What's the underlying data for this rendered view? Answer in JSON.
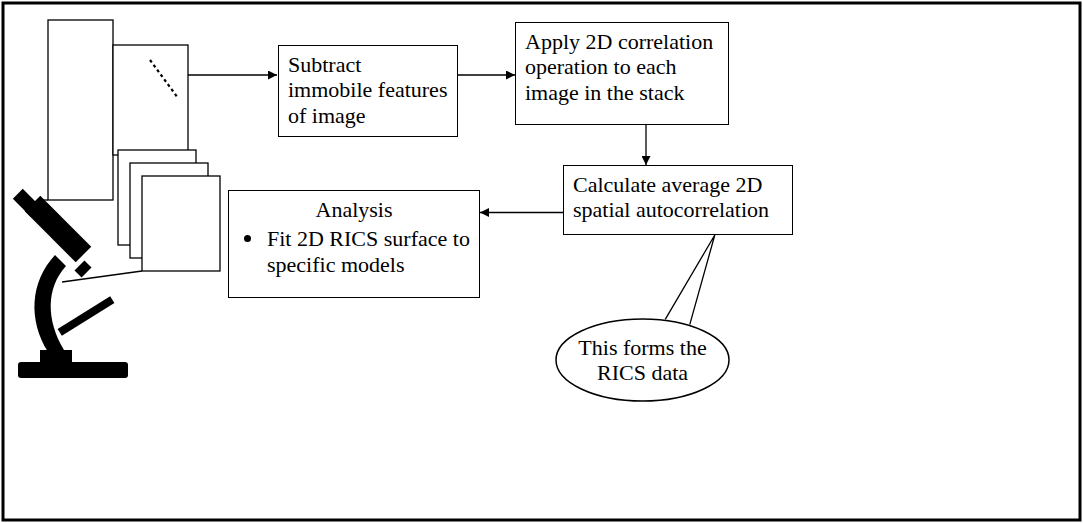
{
  "diagram": {
    "nodes": [
      {
        "text": [
          "Subtract immobile features of image"
        ]
      },
      {
        "text": [
          "Apply 2D correlation operation to each image in the stack"
        ]
      },
      {
        "text": [
          "Calculate average 2D spatial autocorrelation"
        ]
      },
      {
        "text": [
          "Analysis",
          "Fit 2D RICS surface to specific models"
        ]
      },
      {
        "text": [
          "This forms the RICS data"
        ]
      }
    ],
    "edges": [
      {
        "from": 0,
        "to": 1,
        "arrow": "to"
      },
      {
        "from": 1,
        "to": 2,
        "arrow": "to"
      },
      {
        "from": 2,
        "to": 3,
        "arrow": "to"
      },
      {
        "from": 4,
        "to": 2,
        "arrow": "none"
      }
    ]
  }
}
